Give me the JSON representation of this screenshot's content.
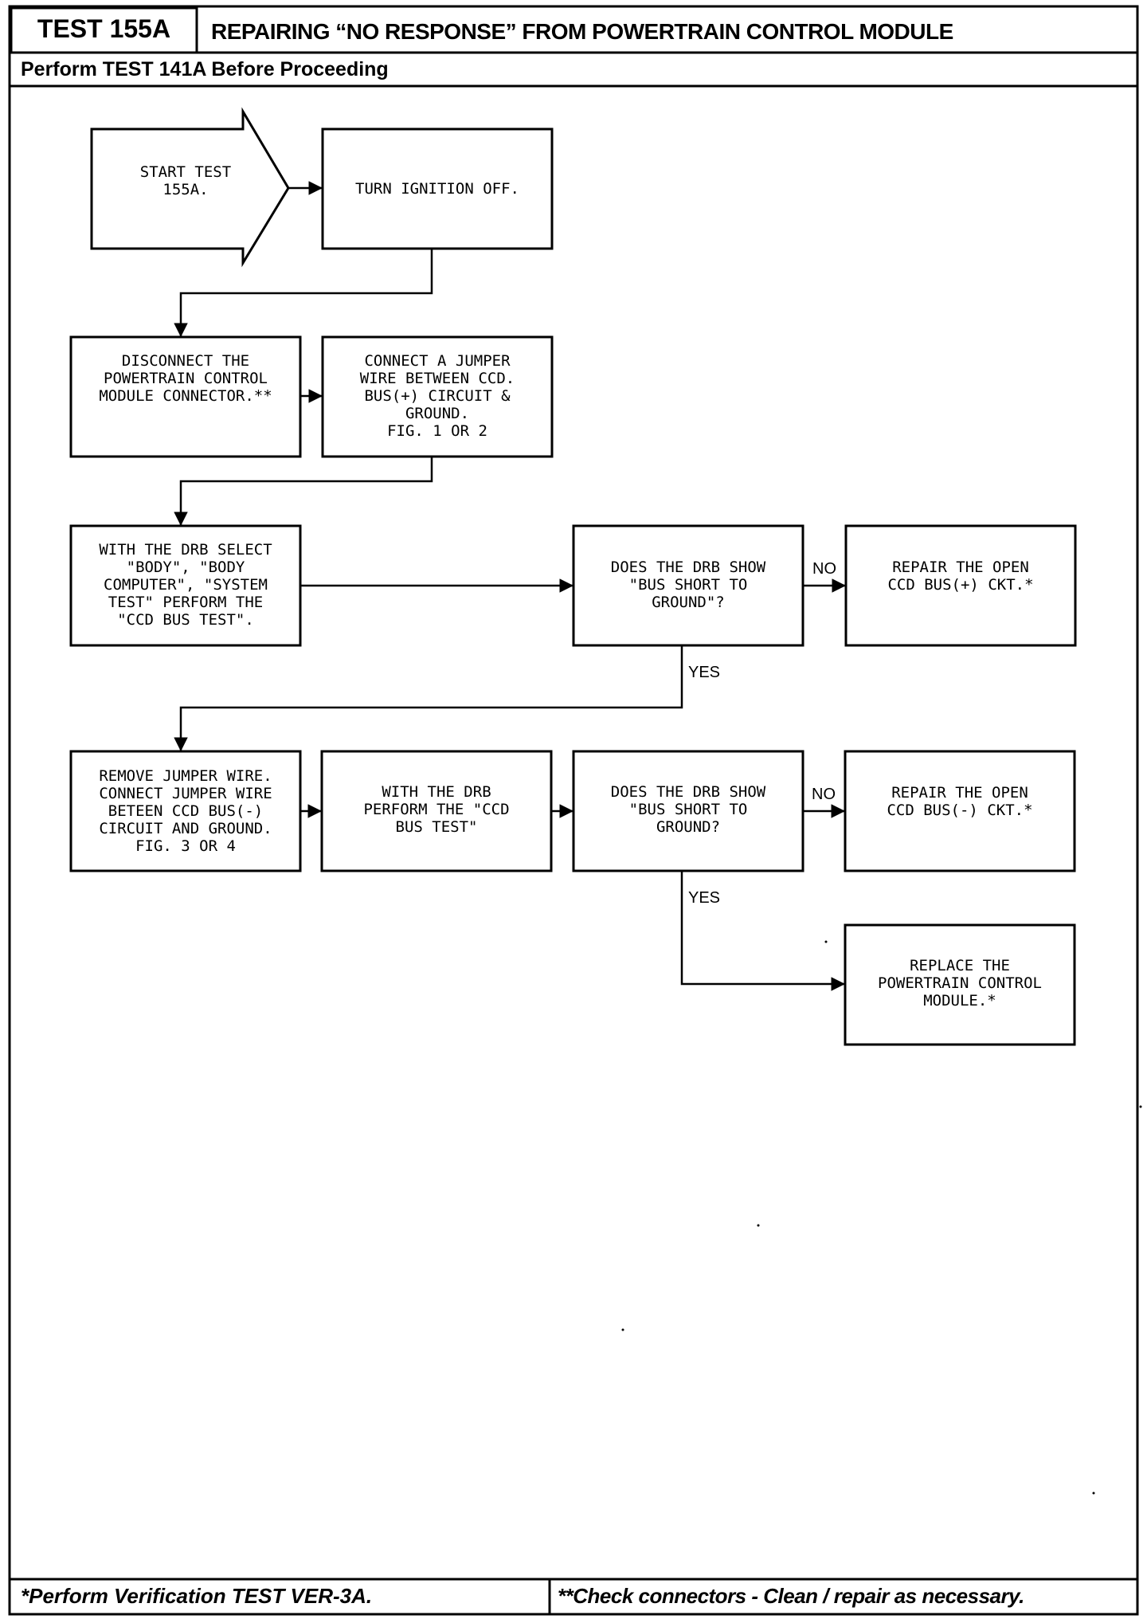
{
  "header": {
    "test_id": "TEST 155A",
    "title": "REPAIRING “NO RESPONSE” FROM POWERTRAIN CONTROL MODULE",
    "prerequisite": "Perform TEST 141A Before Proceeding"
  },
  "flow": {
    "start": [
      "START TEST",
      "155A."
    ],
    "turn_ignition_off": [
      "TURN IGNITION OFF."
    ],
    "disconnect_pcm": [
      "DISCONNECT THE",
      "POWERTRAIN CONTROL",
      "MODULE CONNECTOR.**"
    ],
    "connect_jumper_plus": [
      "CONNECT A JUMPER",
      "WIRE BETWEEN CCD.",
      "BUS(+) CIRCUIT &",
      "GROUND.",
      "FIG. 1 OR 2"
    ],
    "drb_select": [
      "WITH THE DRB SELECT",
      "\"BODY\", \"BODY",
      "COMPUTER\", \"SYSTEM",
      "TEST\" PERFORM THE",
      "\"CCD BUS TEST\"."
    ],
    "question_1": [
      "DOES THE DRB SHOW",
      "\"BUS SHORT TO",
      "GROUND\"?"
    ],
    "repair_plus": [
      "REPAIR THE OPEN",
      "CCD BUS(+) CKT.*"
    ],
    "remove_jumper": [
      "REMOVE JUMPER WIRE.",
      "CONNECT JUMPER WIRE",
      "BETEEN CCD BUS(-)",
      "CIRCUIT AND GROUND.",
      "FIG. 3 OR 4"
    ],
    "drb_ccd_test": [
      "WITH THE DRB",
      "PERFORM THE \"CCD",
      "BUS TEST\""
    ],
    "question_2": [
      "DOES THE DRB SHOW",
      "\"BUS SHORT TO",
      "GROUND?"
    ],
    "repair_minus": [
      "REPAIR THE OPEN",
      "CCD BUS(-) CKT.*"
    ],
    "replace_pcm": [
      "REPLACE THE",
      "POWERTRAIN CONTROL",
      "MODULE.*"
    ],
    "no_label": "NO",
    "yes_label": "YES"
  },
  "footer": {
    "left_note": "*Perform Verification TEST VER-3A.",
    "right_note": "**Check connectors - Clean / repair as necessary."
  }
}
